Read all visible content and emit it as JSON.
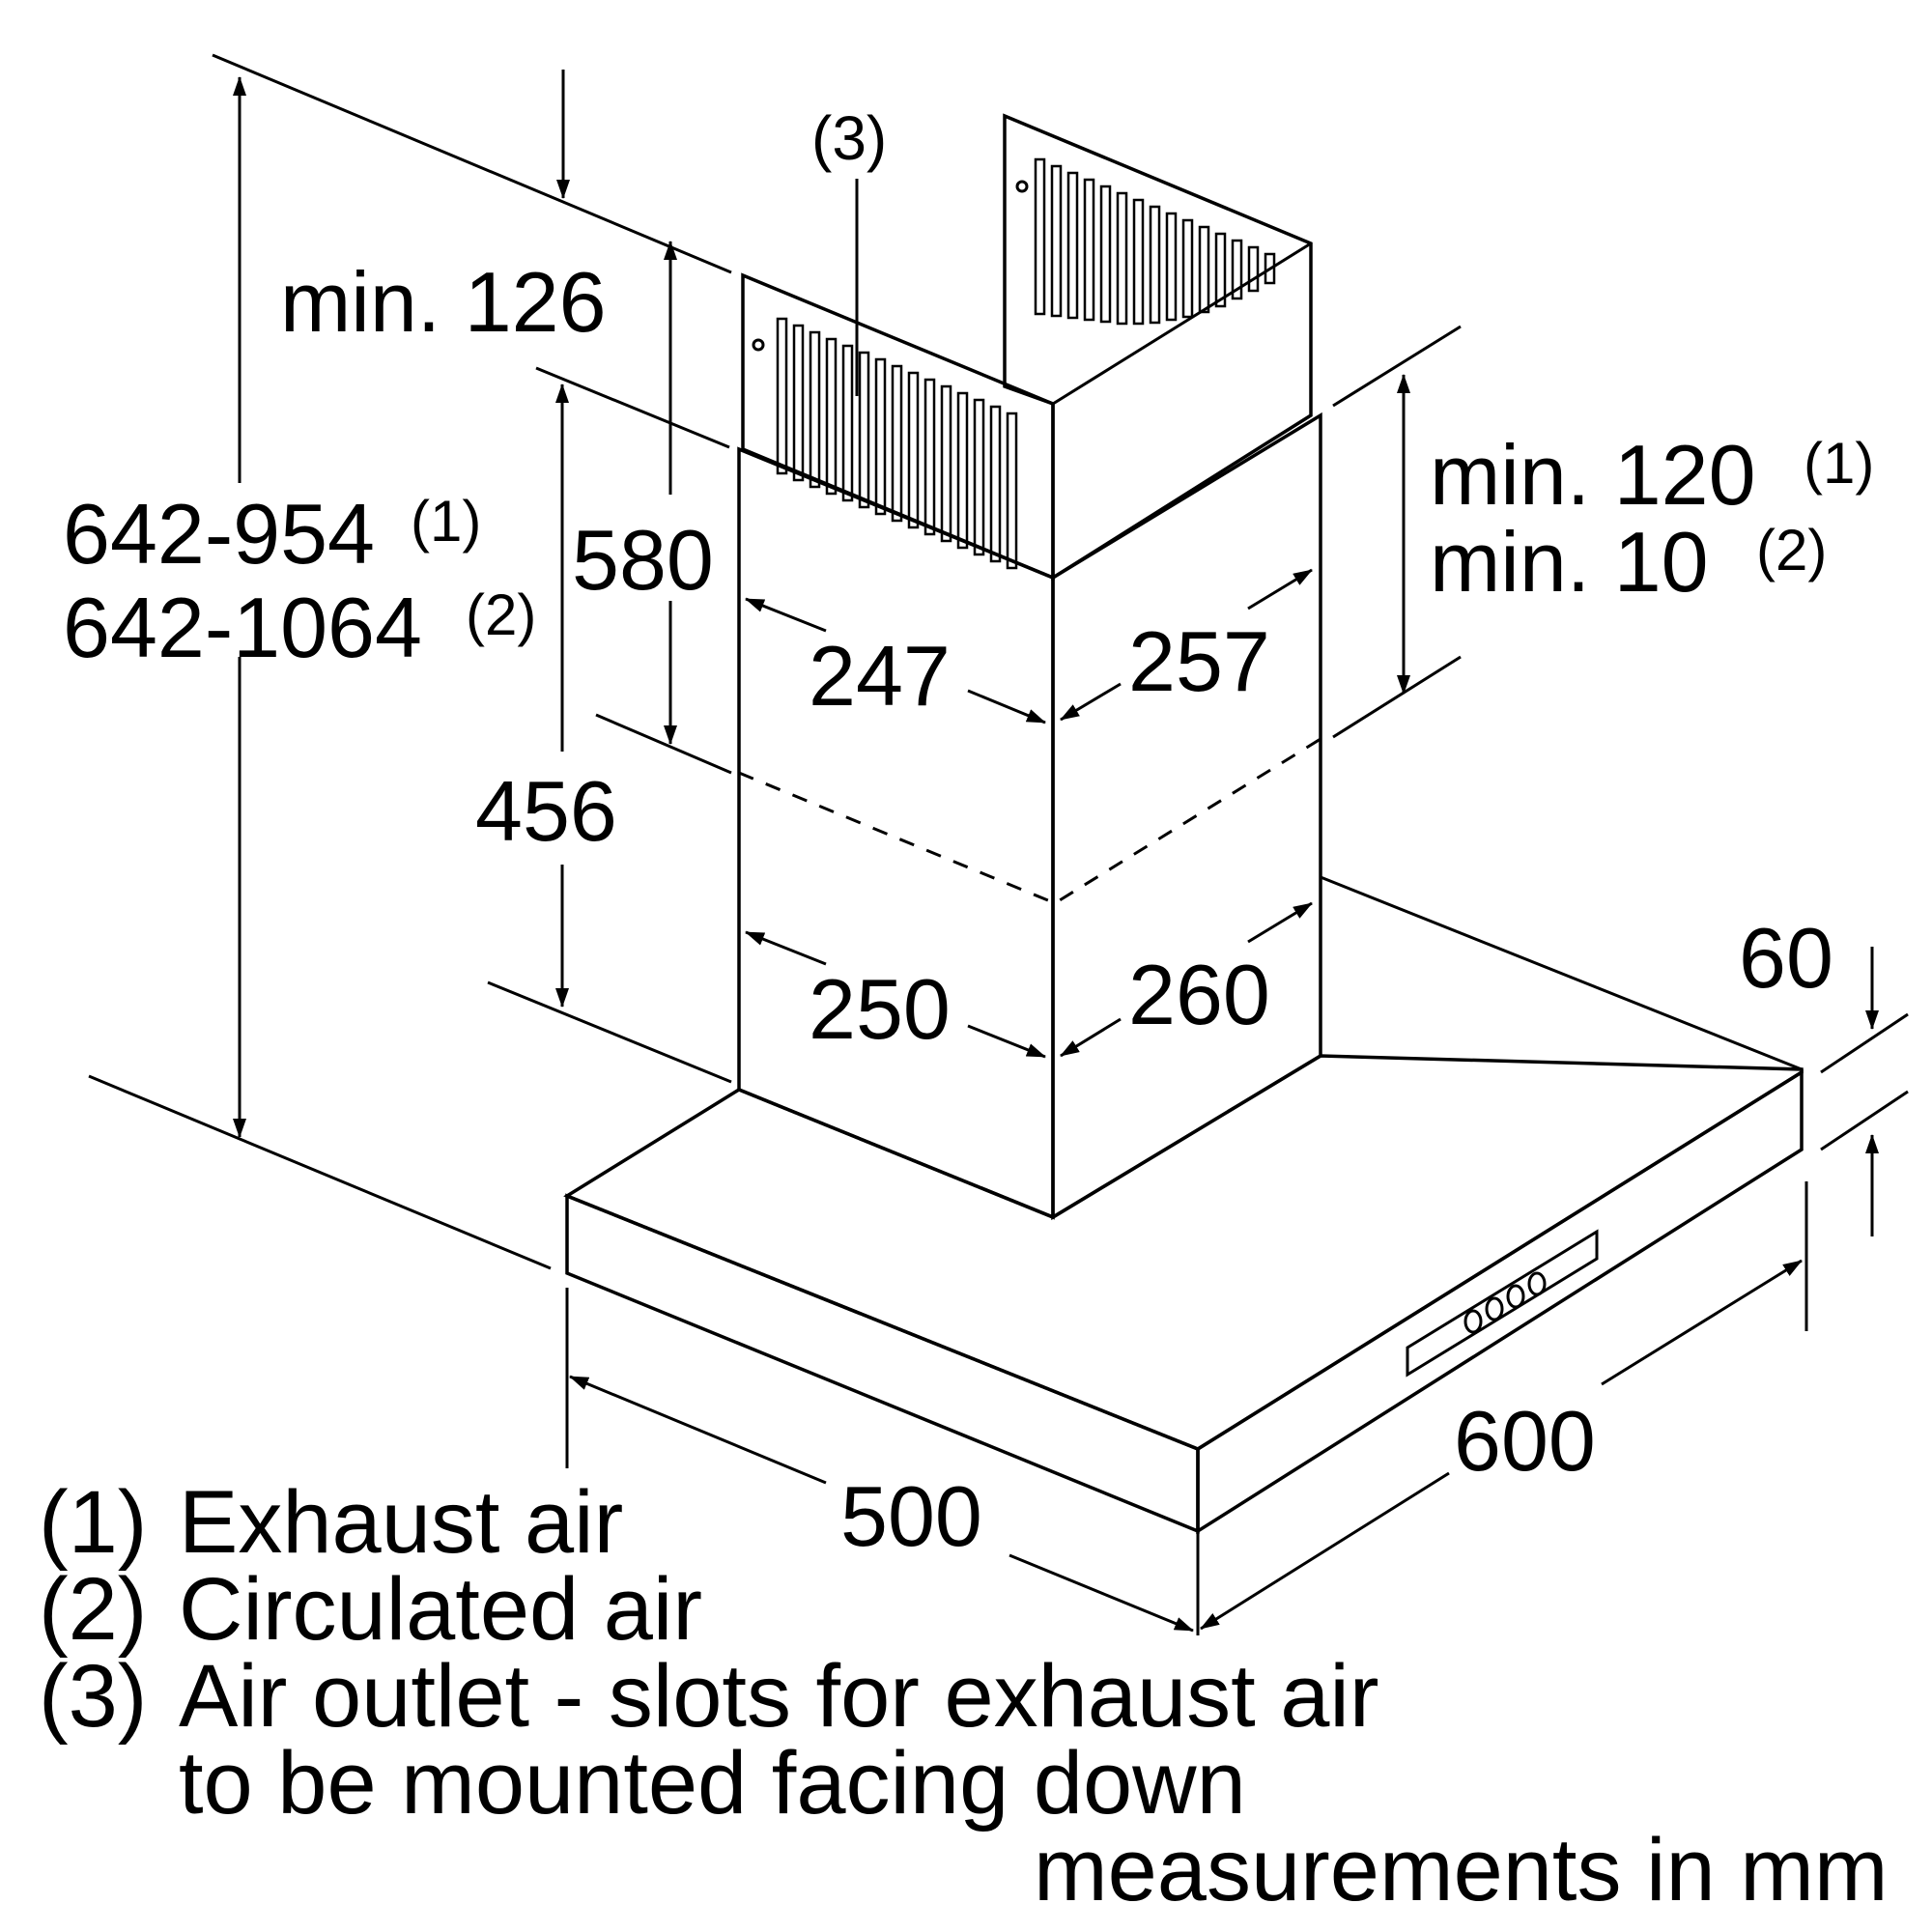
{
  "dimensions": {
    "min_126": "min. 126",
    "total_height_1": "642-954",
    "total_height_2": "642-1064",
    "sup_1": "(1)",
    "sup_2": "(2)",
    "d580": "580",
    "d456": "456",
    "d247": "247",
    "d257": "257",
    "d250": "250",
    "d260": "260",
    "min_120": "min. 120",
    "min_10": "min. 10",
    "d60": "60",
    "d500": "500",
    "d600": "600",
    "callout_3": "(3)"
  },
  "legend": {
    "items": [
      {
        "num": "(1)",
        "text": "Exhaust air"
      },
      {
        "num": "(2)",
        "text": "Circulated air"
      },
      {
        "num": "(3)",
        "text": "Air outlet - slots for exhaust air"
      }
    ],
    "continuation": "to be mounted facing down",
    "units_note": "measurements in mm"
  }
}
